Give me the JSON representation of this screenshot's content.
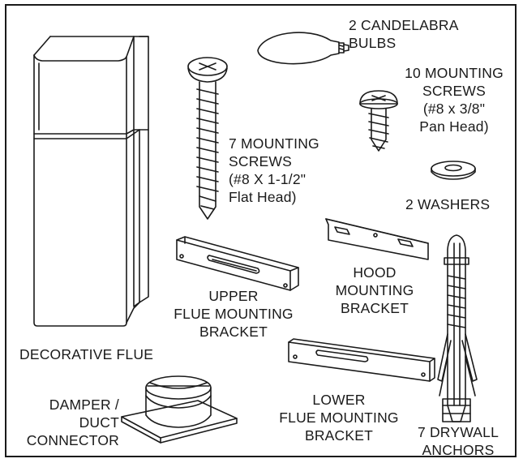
{
  "parts": {
    "bulbs": "2 CANDELABRA\nBULBS",
    "mounting_screws_10": "10 MOUNTING\nSCREWS\n(#8 x 3/8\"\nPan Head)",
    "mounting_screws_7": "7 MOUNTING\nSCREWS\n(#8 X 1-1/2\"\nFlat Head)",
    "washers": "2 WASHERS",
    "hood_bracket": "HOOD\nMOUNTING\nBRACKET",
    "upper_bracket": "UPPER\nFLUE MOUNTING\nBRACKET",
    "decorative_flue": "DECORATIVE FLUE",
    "lower_bracket": "LOWER\nFLUE MOUNTING\nBRACKET",
    "damper": "DAMPER /\nDUCT\nCONNECTOR",
    "anchors": "7 DRYWALL\nANCHORS"
  }
}
